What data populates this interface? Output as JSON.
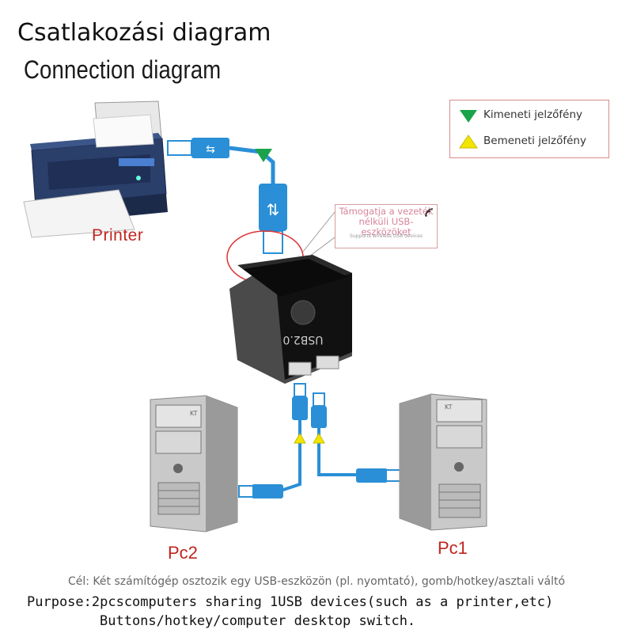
{
  "title": {
    "hungarian": "Csatlakozási diagram",
    "english": "Connection diagram"
  },
  "legend": {
    "output": {
      "label": "Kimeneti jelzőfény",
      "color": "#1aa34a"
    },
    "input": {
      "label": "Bemeneti jelzőfény",
      "color": "#f2e600"
    }
  },
  "devices": {
    "printer": "Printer",
    "pc2": "Pc2",
    "pc1": "Pc1",
    "hub_label": "USB2.0",
    "pc_badge": "KT"
  },
  "callout": {
    "text": "Támogatja a vezeték nélküli USB-eszközöket",
    "fine_print": "Supports wireless USB devices"
  },
  "purpose": {
    "hungarian": "Cél: Két számítógép osztozik egy USB-eszközön (pl. nyomtató), gomb/hotkey/asztali váltó",
    "english_line1": "Purpose:2pcscomputers sharing 1USB devices(such as a printer,etc)",
    "english_line2": "Buttons/hotkey/computer desktop switch."
  },
  "colors": {
    "cable": "#2a8fd6",
    "label_red": "#c0251f",
    "highlight_circle": "#d33"
  }
}
